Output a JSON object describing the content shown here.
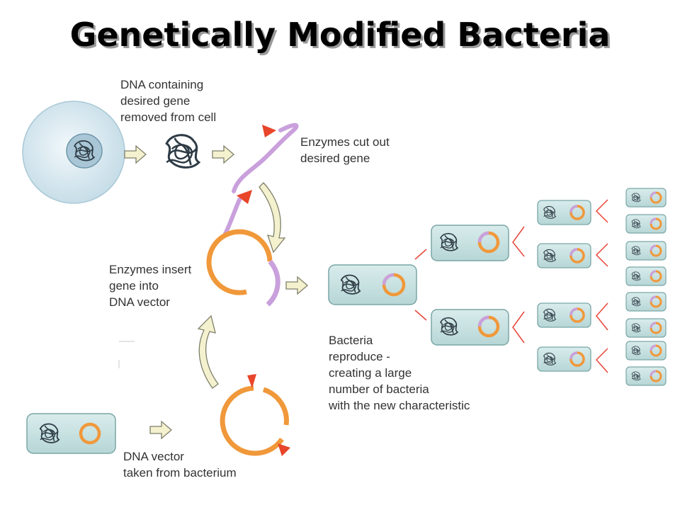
{
  "title": "Genetically Modified Bacteria",
  "labels": {
    "dna_removed": [
      "DNA containing",
      "desired gene",
      "removed from cell"
    ],
    "enzymes_cut": [
      "Enzymes cut out",
      "desired gene"
    ],
    "enzymes_insert": [
      "Enzymes insert",
      "gene into",
      "DNA vector"
    ],
    "bacteria_reproduce": [
      "Bacteria",
      "reproduce -",
      "creating a large",
      "number of bacteria",
      "with the new characteristic"
    ],
    "vector_taken": [
      "DNA vector",
      "taken from bacterium"
    ]
  },
  "colors": {
    "cell_fill": "#cfe3ea",
    "bacterium_fill": "#c9e1e1",
    "plasmid": "#f0983a",
    "gene": "#c9a0dc",
    "enzyme": "#e8452a",
    "arrow": "#f4f1cf",
    "split_lines": "#e8453a"
  }
}
